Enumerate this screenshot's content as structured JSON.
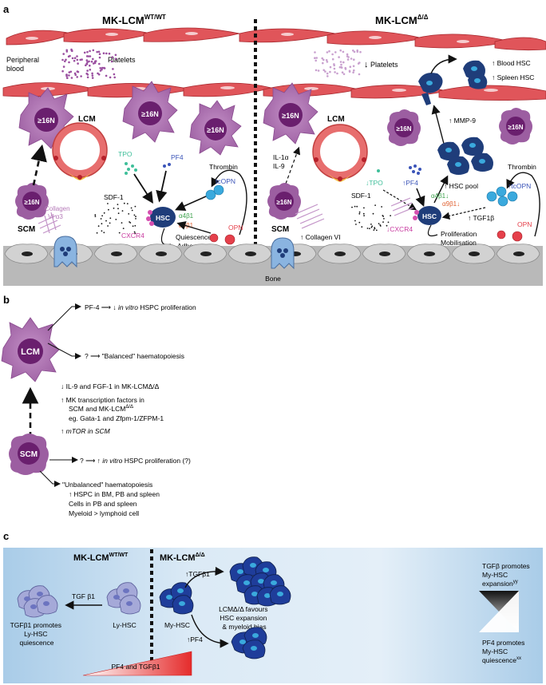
{
  "panel_a": {
    "label": "a",
    "left_title": "MK-LCM",
    "left_sup": "WT/WT",
    "right_title": "MK-LCM",
    "right_sup": "Δ/Δ",
    "peripheral": "Peripheral",
    "blood": "blood",
    "platelets": "Platelets",
    "platelets_r": "Platelets",
    "n16": "≥16N",
    "lcm": "LCM",
    "scm": "SCM",
    "tpo": "TPO",
    "pf4": "PF4",
    "thrombin": "Thrombin",
    "tcopn": "tcOPN",
    "opn": "OPN",
    "sdf1": "SDF-1",
    "cxcr4": "CXCR4",
    "hsc": "HSC",
    "collagen1": "Collagen",
    "collagen2": "VI α3",
    "a4b1": "α4β1",
    "a9b1": "α9β1",
    "quiescence": "Quiescence",
    "adherence": "Adherence",
    "bone": "Bone",
    "il1a": "IL-1α",
    "il9": "IL-9",
    "blood_hsc": "Blood HSC",
    "spleen_hsc": "Spleen HSC",
    "mmp9": "MMP-9",
    "hsc_pool": "HSC pool",
    "tgf1b": "TGF1β",
    "collagen_vi": "Collagen VI",
    "proliferation": "Proliferation",
    "mobilisation": "Mobilisation"
  },
  "panel_b": {
    "label": "b",
    "lcm": "LCM",
    "scm": "SCM",
    "pf4_line_a": "PF-4",
    "pf4_line_b": "in vitro",
    "pf4_line_c": "HSPC proliferation",
    "q1": "?",
    "balanced": "\"Balanced\" haematopoiesis",
    "il9": "IL-9 and FGF-1 in MK-LCMΔ/Δ",
    "mk_tf1": "MK transcription factors in",
    "mk_tf2": "SCM and MK-LCM",
    "mk_tf2_sup": "Δ/Δ",
    "mk_tf3": "eg. Gata-1 and Zfpm-1/ZFPM-1",
    "mtor": "mTOR in SCM",
    "q2": "?",
    "scm_line": "in vitro",
    "scm_line2": "HSPC proliferation (?)",
    "unbalanced": "\"Unbalanced\" haematopoiesis",
    "un1": "HSPC in BM, PB and spleen",
    "un2": "Cells in PB and spleen",
    "un3": "Myeloid > lymphoid cell"
  },
  "panel_c": {
    "label": "c",
    "left_title": "MK-LCM",
    "left_sup": "WT/WT",
    "right_title": "MK-LCM",
    "right_sup": "Δ/Δ",
    "tgf_left": "TGF β1",
    "ly_hsc": "Ly-HSC",
    "tgf_promotes1": "TGFβ1 promotes",
    "tgf_promotes2": "Ly-HSC",
    "tgf_promotes3": "quiescence",
    "my_hsc": "My-HSC",
    "tgf_up": "TGFβ1",
    "pf4_up": "PF4",
    "lcm_favours1": "LCMΔ/Δ favours",
    "lcm_favours2": "HSC expansion",
    "lcm_favours3": "& myeloid bias",
    "tgfb_r1": "TGFβ promotes",
    "tgfb_r2": "My-HSC",
    "tgfb_r3": "expansion",
    "tgfb_r3_sup": "yy",
    "pf4_r1": "PF4 promotes",
    "pf4_r2": "My-HSC",
    "pf4_r3": "quiescence",
    "pf4_r3_sup": "xx",
    "gradient_label": "PF4 and TGFβ1"
  },
  "colors": {
    "endothelium": "#e0555a",
    "endo_edge": "#a8282e",
    "megakaryocyte": "#b57ab8",
    "mk_nucleus": "#6a1f6e",
    "hsc": "#1f3d7a",
    "bone": "#b9b9b9",
    "bone_cell": "#d2d2d2",
    "tcopn": "#3aa9dd",
    "opn": "#e5404b",
    "tpo": "#3fbf9a",
    "pf4": "#3b54b8",
    "sky": "#b9d8ee",
    "gradient_red": "#e52b2b"
  }
}
